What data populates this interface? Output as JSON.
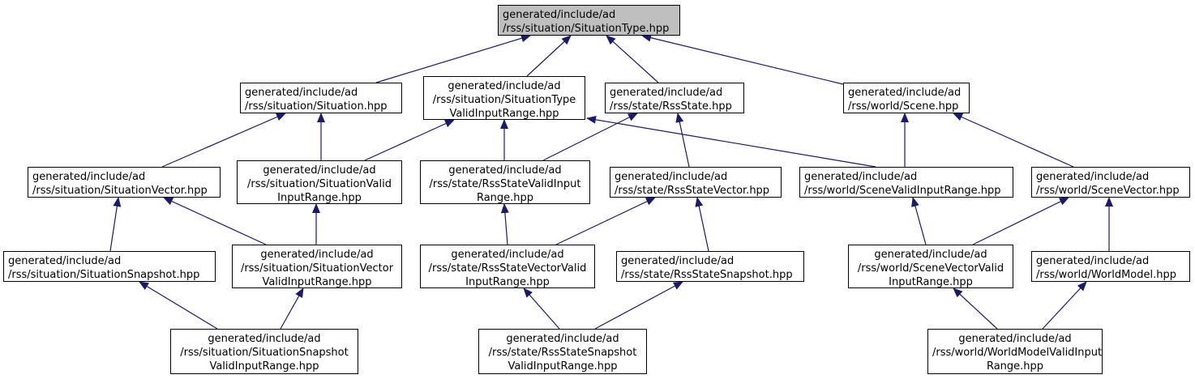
{
  "nodes": {
    "situation_type": "generated/include/ad\n/rss/situation/SituationType.hpp",
    "situation": "generated/include/ad\n/rss/situation/Situation.hpp",
    "situation_type_valid_input_range": "generated/include/ad\n/rss/situation/SituationType\nValidInputRange.hpp",
    "rss_state": "generated/include/ad\n/rss/state/RssState.hpp",
    "scene": "generated/include/ad\n/rss/world/Scene.hpp",
    "situation_vector": "generated/include/ad\n/rss/situation/SituationVector.hpp",
    "situation_valid_input_range": "generated/include/ad\n/rss/situation/SituationValid\nInputRange.hpp",
    "rss_state_valid_input_range": "generated/include/ad\n/rss/state/RssStateValidInput\nRange.hpp",
    "rss_state_vector": "generated/include/ad\n/rss/state/RssStateVector.hpp",
    "scene_valid_input_range": "generated/include/ad\n/rss/world/SceneValidInputRange.hpp",
    "scene_vector": "generated/include/ad\n/rss/world/SceneVector.hpp",
    "situation_snapshot": "generated/include/ad\n/rss/situation/SituationSnapshot.hpp",
    "situation_vector_valid_input_range": "generated/include/ad\n/rss/situation/SituationVector\nValidInputRange.hpp",
    "rss_state_vector_valid_input_range": "generated/include/ad\n/rss/state/RssStateVectorValid\nInputRange.hpp",
    "rss_state_snapshot": "generated/include/ad\n/rss/state/RssStateSnapshot.hpp",
    "scene_vector_valid_input_range": "generated/include/ad\n/rss/world/SceneVectorValid\nInputRange.hpp",
    "world_model": "generated/include/ad\n/rss/world/WorldModel.hpp",
    "situation_snapshot_valid_input_range": "generated/include/ad\n/rss/situation/SituationSnapshot\nValidInputRange.hpp",
    "rss_state_snapshot_valid_input_range": "generated/include/ad\n/rss/state/RssStateSnapshot\nValidInputRange.hpp",
    "world_model_valid_input_range": "generated/include/ad\n/rss/world/WorldModelValidInput\nRange.hpp"
  },
  "colors": {
    "edge": "#191970",
    "root_fill": "#bfbfbf",
    "box_border": "#000000"
  }
}
